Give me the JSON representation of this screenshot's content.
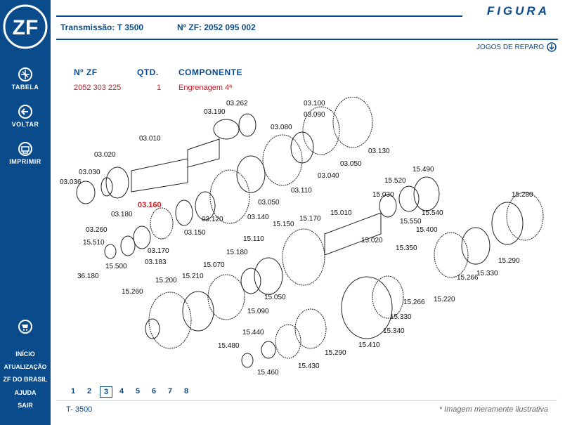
{
  "sidebar": {
    "logo_text": "ZF",
    "tabela": "TABELA",
    "voltar": "VOLTAR",
    "imprimir": "IMPRIMIR",
    "links": {
      "inicio": "INÍCIO",
      "atualizacao": "ATUALIZAÇÃO",
      "zf_brasil": "ZF DO BRASIL",
      "ajuda": "AJUDA",
      "sair": "SAIR"
    }
  },
  "header": {
    "figura": "FIGURA",
    "transmissao": "Transmissão: T 3500",
    "zf_number": "Nº ZF: 2052 095 002",
    "jogos_de_reparo": "JOGOS DE REPARO"
  },
  "table": {
    "col_zf": "Nº ZF",
    "col_qtd": "QTD.",
    "col_componente": "COMPONENTE",
    "row": {
      "zf": "2052 303 225",
      "qtd": "1",
      "componente": "Engrenagem 4ª"
    }
  },
  "diagram": {
    "highlight": "03.160",
    "labels": [
      "03.262",
      "03.100",
      "03.090",
      "03.190",
      "03.080",
      "03.010",
      "03.130",
      "03.020",
      "03.050",
      "03.040",
      "03.030",
      "03.036",
      "03.110",
      "15.490",
      "15.520",
      "15.030",
      "15.280",
      "03.050",
      "15.540",
      "03.180",
      "03.140",
      "15.010",
      "15.550",
      "15.170",
      "15.150",
      "03.120",
      "03.150",
      "15.400",
      "03.260",
      "15.110",
      "15.020",
      "15.510",
      "03.170",
      "15.350",
      "15.290",
      "15.500",
      "03.183",
      "15.180",
      "15.070",
      "15.330",
      "36.180",
      "15.210",
      "15.266",
      "15.200",
      "15.050",
      "15.266",
      "15.220",
      "15.260",
      "15.090",
      "15.330",
      "15.340",
      "15.440",
      "15.410",
      "15.480",
      "15.290",
      "15.430",
      "15.460"
    ]
  },
  "pagination": {
    "pages": [
      "1",
      "2",
      "3",
      "4",
      "5",
      "6",
      "7",
      "8"
    ],
    "active": "3"
  },
  "footer": {
    "model": "T- 3500",
    "note": "* Imagem meramente ilustrativa"
  },
  "colors": {
    "brand": "#0a4b8c",
    "highlight": "#c0202a"
  }
}
